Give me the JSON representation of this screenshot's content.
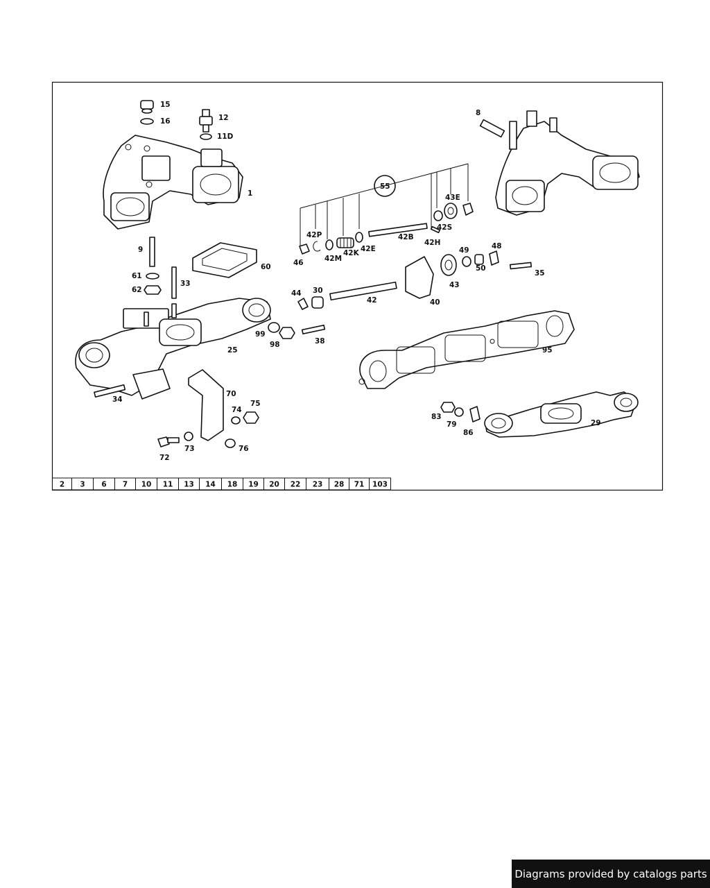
{
  "callouts": [
    "1",
    "8",
    "9",
    "12",
    "11D",
    "15",
    "16",
    "25",
    "29",
    "30",
    "33",
    "34",
    "35",
    "38",
    "40",
    "42",
    "42B",
    "42E",
    "42H",
    "42K",
    "42M",
    "42P",
    "42S",
    "43",
    "43E",
    "44",
    "46",
    "48",
    "49",
    "50",
    "55",
    "60",
    "61",
    "62",
    "70",
    "72",
    "73",
    "74",
    "75",
    "76",
    "79",
    "83",
    "86",
    "95",
    "98",
    "99"
  ],
  "reference_strip": [
    "2",
    "3",
    "6",
    "7",
    "10",
    "11",
    "13",
    "14",
    "18",
    "19",
    "20",
    "22",
    "23",
    "28",
    "71",
    "103"
  ],
  "footer": {
    "credit": "Diagrams provided by catalogs parts"
  }
}
